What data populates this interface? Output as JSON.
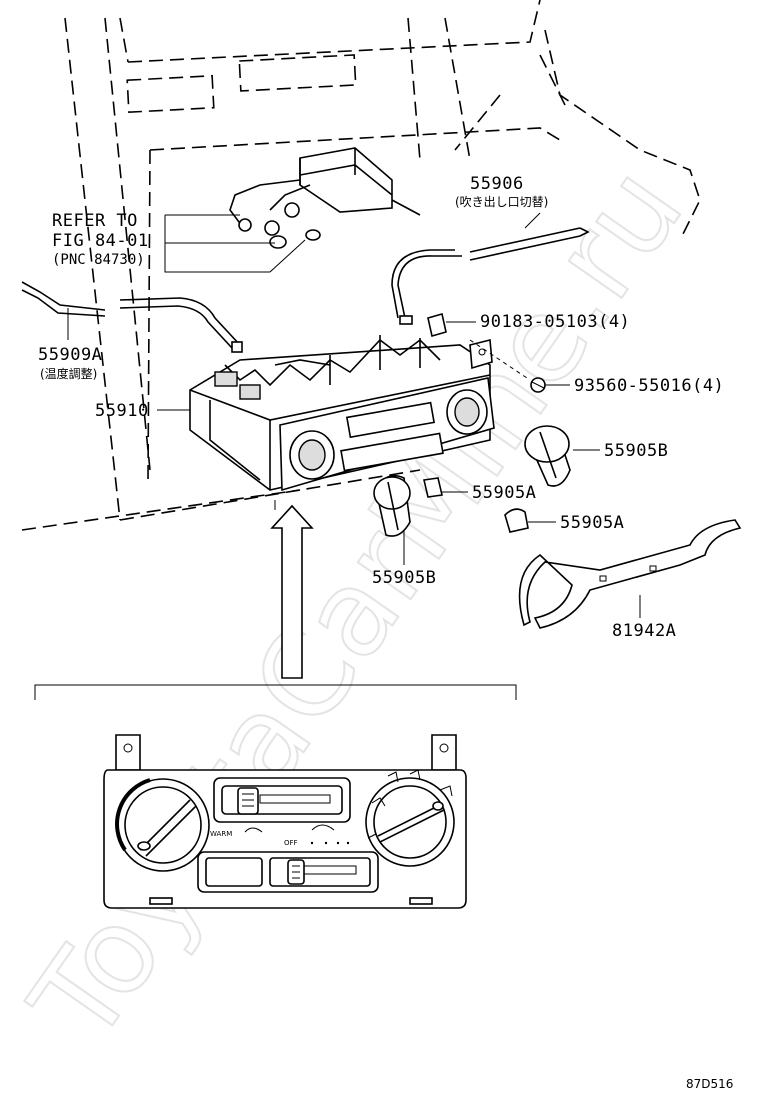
{
  "watermark": "ToyotaCarMine.ru",
  "refer": {
    "line1": "REFER TO",
    "line2": "FIG 84-01",
    "line3": "(PNC 84730)"
  },
  "parts": {
    "p55906": {
      "number": "55906",
      "note": "(吹き出し口切替)"
    },
    "p55909a": {
      "number": "55909A",
      "note": "(温度調整)"
    },
    "p55910": {
      "number": "55910"
    },
    "p90183": {
      "number": "90183-05103(4)"
    },
    "p93560": {
      "number": "93560-55016(4)"
    },
    "p55905b_right": {
      "number": "55905B"
    },
    "p55905a_mid": {
      "number": "55905A"
    },
    "p55905a_low": {
      "number": "55905A"
    },
    "p55905b_left": {
      "number": "55905B"
    },
    "p81942a": {
      "number": "81942A"
    }
  },
  "panel": {
    "warm_label": "WARM",
    "off_label": "OFF"
  },
  "figure_code": "87D516"
}
